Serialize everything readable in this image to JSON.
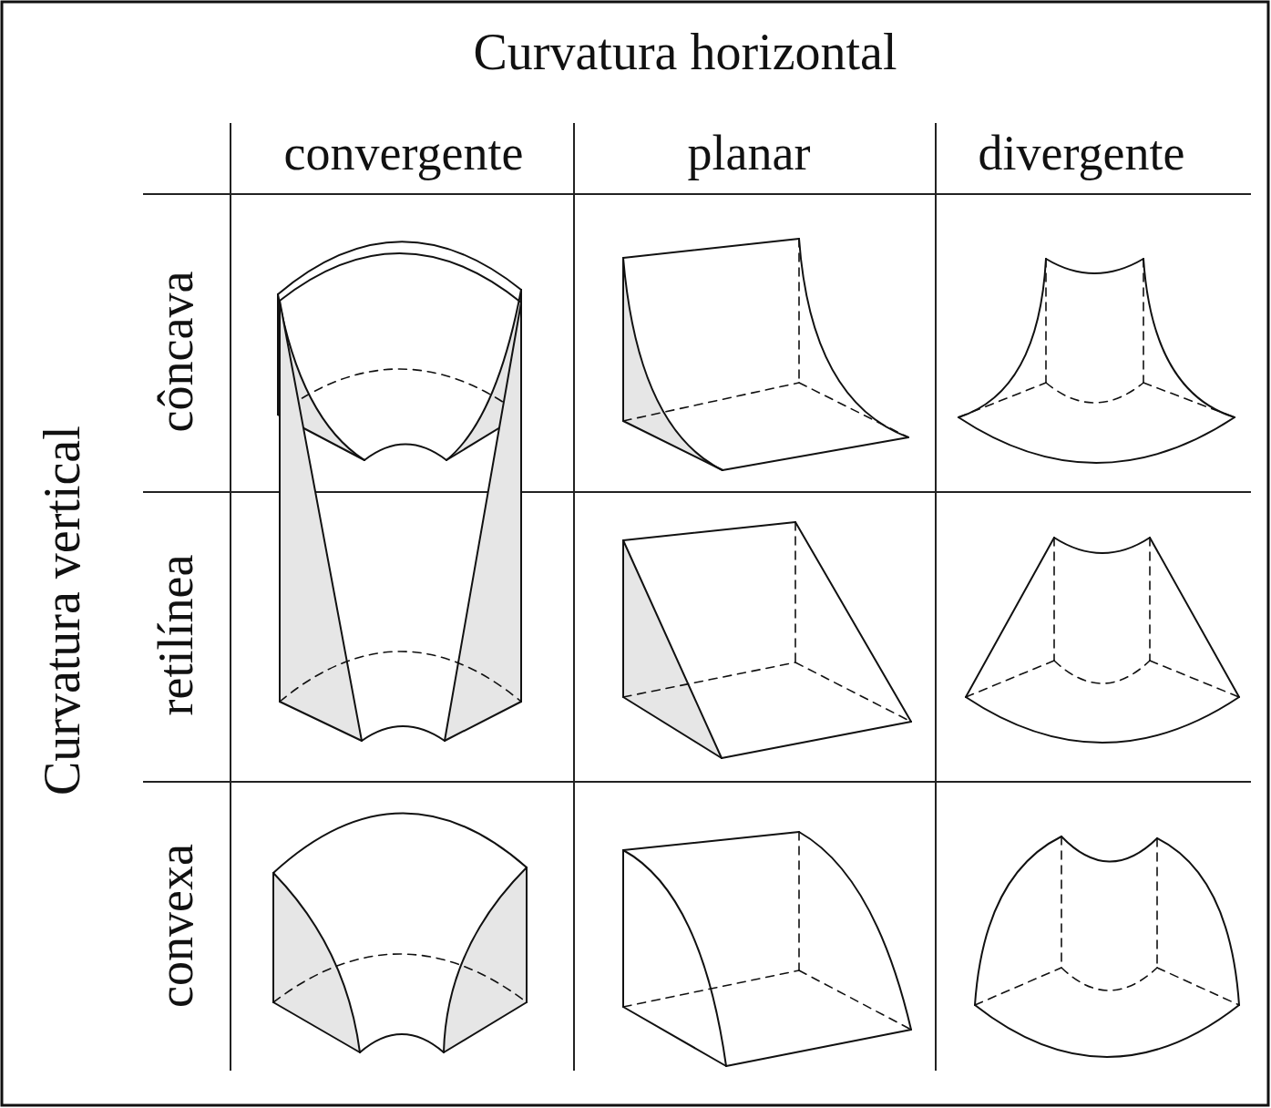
{
  "diagram": {
    "labels": [
      "Curvatura horizontal",
      "convergente",
      "planar",
      "divergente",
      "Curvatura vertical",
      "côncava",
      "retilínea",
      "convexa"
    ]
  }
}
